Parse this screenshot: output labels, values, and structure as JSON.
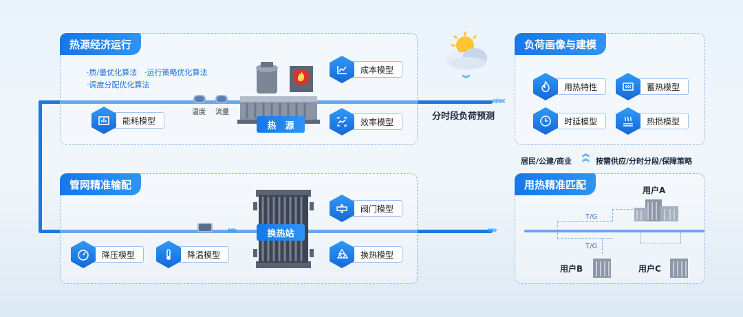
{
  "heat_source": {
    "title": "热源经济运行",
    "algorithms": [
      "·质/量优化算法",
      "·运行策略优化算法",
      "·调度分配优化算法"
    ],
    "models": [
      "能耗模型",
      "成本模型",
      "效率模型"
    ],
    "gauges": [
      "温度",
      "流量"
    ],
    "equipment_label": "热　源"
  },
  "network": {
    "title": "管网精准输配",
    "models": [
      "降压模型",
      "降温模型",
      "阀门模型",
      "换热模型"
    ],
    "station_label": "换热站"
  },
  "load": {
    "title": "负荷画像与建模",
    "models": [
      "用热特性",
      "蓄热模型",
      "时延模型",
      "热损模型"
    ],
    "forecast": "分时段负荷预测"
  },
  "strategy": {
    "left": "居民/公建/商业",
    "right": "按需供应/分时分段/保障策略"
  },
  "matching": {
    "title": "用热精准匹配",
    "users": [
      "用户A",
      "用户B",
      "用户C"
    ],
    "tg": [
      "T/G",
      "T/G"
    ]
  },
  "colors": {
    "primary": "#1677e8",
    "pipe": "#1a78e0",
    "accent": "#3aa0f5"
  }
}
